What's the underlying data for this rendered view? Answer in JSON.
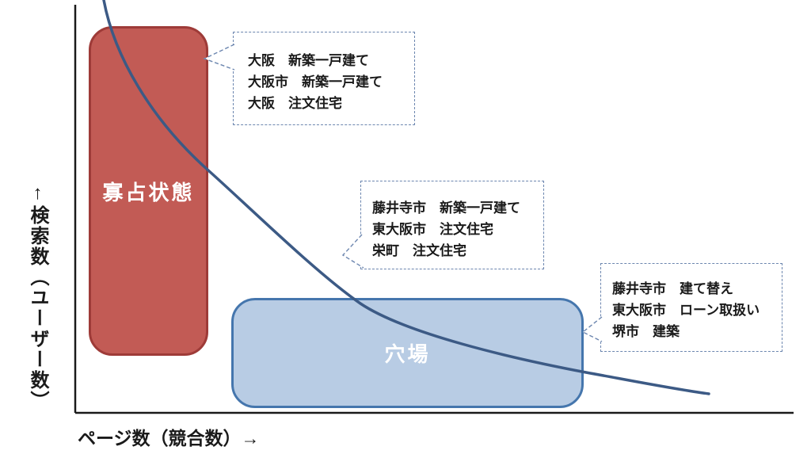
{
  "colors": {
    "red_fill": "#C25B55",
    "red_border": "#9E3B38",
    "blue_fill": "#B8CCE4",
    "blue_border": "#4576AD",
    "curve_color": "#3C5A85",
    "axis_color": "#1A1A1A",
    "callout_border": "#6C86AF",
    "text_color": "#1A1A1A"
  },
  "axes": {
    "y_label": "↑検索数（ユーザー数）",
    "x_label": "ページ数（競合数）→"
  },
  "zones": {
    "monopoly": {
      "label": "寡占状態"
    },
    "sweet_spot": {
      "label": "穴場"
    }
  },
  "callouts": {
    "top": {
      "lines": [
        "大阪　新築一戸建て",
        "大阪市　新築一戸建て",
        "大阪　注文住宅"
      ]
    },
    "middle": {
      "lines": [
        "藤井寺市　新築一戸建て",
        "東大阪市　注文住宅",
        "栄町　注文住宅"
      ]
    },
    "right": {
      "lines": [
        "藤井寺市　建て替え",
        "東大阪市　ローン取扱い",
        "堺市　建築"
      ]
    }
  }
}
